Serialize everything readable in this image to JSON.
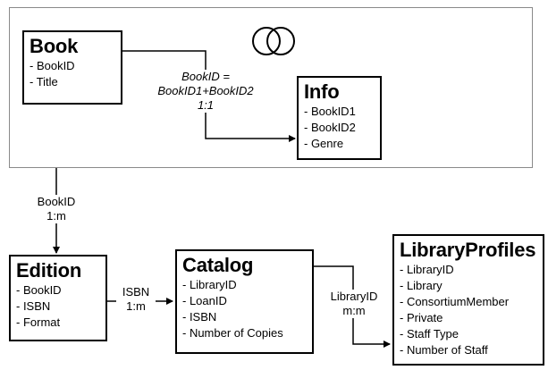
{
  "entities": {
    "book": {
      "title": "Book",
      "fields": [
        "- BookID",
        "- Title"
      ]
    },
    "info": {
      "title": "Info",
      "fields": [
        "- BookID1",
        "- BookID2",
        "- Genre"
      ]
    },
    "edition": {
      "title": "Edition",
      "fields": [
        "- BookID",
        "- ISBN",
        "- Format"
      ]
    },
    "catalog": {
      "title": "Catalog",
      "fields": [
        "- LibraryID",
        "- LoanID",
        "- ISBN",
        "- Number of Copies"
      ]
    },
    "library_profiles": {
      "title": "LibraryProfiles",
      "fields": [
        "- LibraryID",
        "- Library",
        "- ConsortiumMember",
        "- Private",
        "- Staff Type",
        "- Number of Staff"
      ]
    }
  },
  "relationships": {
    "book_info": {
      "line1": "BookID =",
      "line2": "BookID1+BookID2",
      "line3": "1:1"
    },
    "book_edition": {
      "line1": "BookID",
      "line2": "1:m"
    },
    "edition_catalog": {
      "line1": "ISBN",
      "line2": "1:m"
    },
    "catalog_library": {
      "line1": "LibraryID",
      "line2": "m:m"
    }
  },
  "icons": {
    "join_symbol": "venn-diagram-icon"
  },
  "colors": {
    "stroke": "#000000",
    "group_border": "#8a8a8a",
    "background": "#ffffff"
  }
}
